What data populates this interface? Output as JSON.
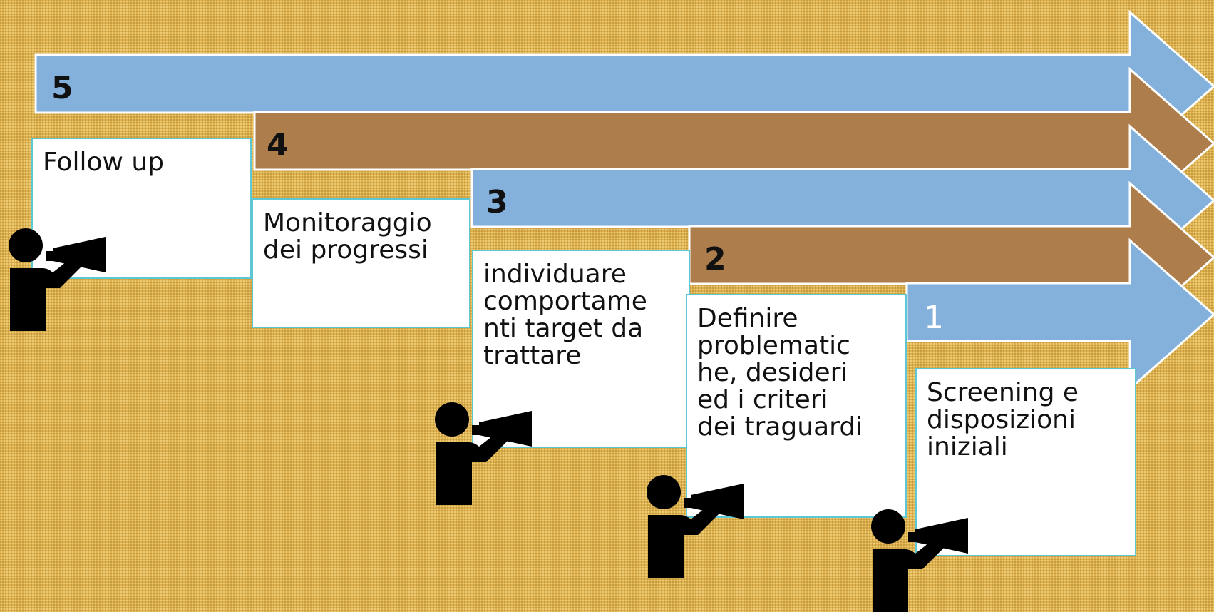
{
  "colors": {
    "blue": "#84b1db",
    "brown": "#ad7d4c",
    "card_border": "#5ec7d6"
  },
  "steps": [
    {
      "number": "1",
      "text": "Screening e\ndisposizioni\niniziali"
    },
    {
      "number": "2",
      "text": "Definire\nproblematic\nhe, desideri\ned i criteri\ndei traguardi"
    },
    {
      "number": "3",
      "text": "individuare\ncomportame\nnti target da\ntrattare"
    },
    {
      "number": "4",
      "text": "Monitoraggio\ndei progressi"
    },
    {
      "number": "5",
      "text": "Follow up"
    }
  ],
  "icons": [
    "person-with-megaphone-icon"
  ]
}
